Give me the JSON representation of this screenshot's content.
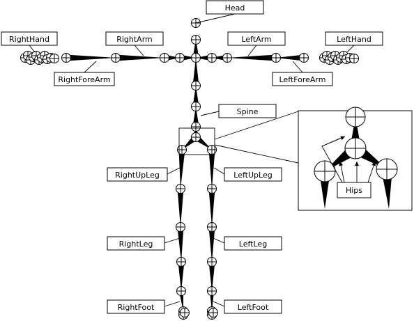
{
  "labels": {
    "head": "Head",
    "right_hand": "RightHand",
    "right_arm": "RightArm",
    "left_arm": "LeftArm",
    "left_hand": "LeftHand",
    "right_fore_arm": "RightForeArm",
    "left_fore_arm": "LeftForeArm",
    "spine": "Spine",
    "right_up_leg": "RightUpLeg",
    "left_up_leg": "LeftUpLeg",
    "right_leg": "RightLeg",
    "left_leg": "LeftLeg",
    "right_foot": "RightFoot",
    "left_foot": "LeftFoot",
    "hips": "Hips"
  }
}
